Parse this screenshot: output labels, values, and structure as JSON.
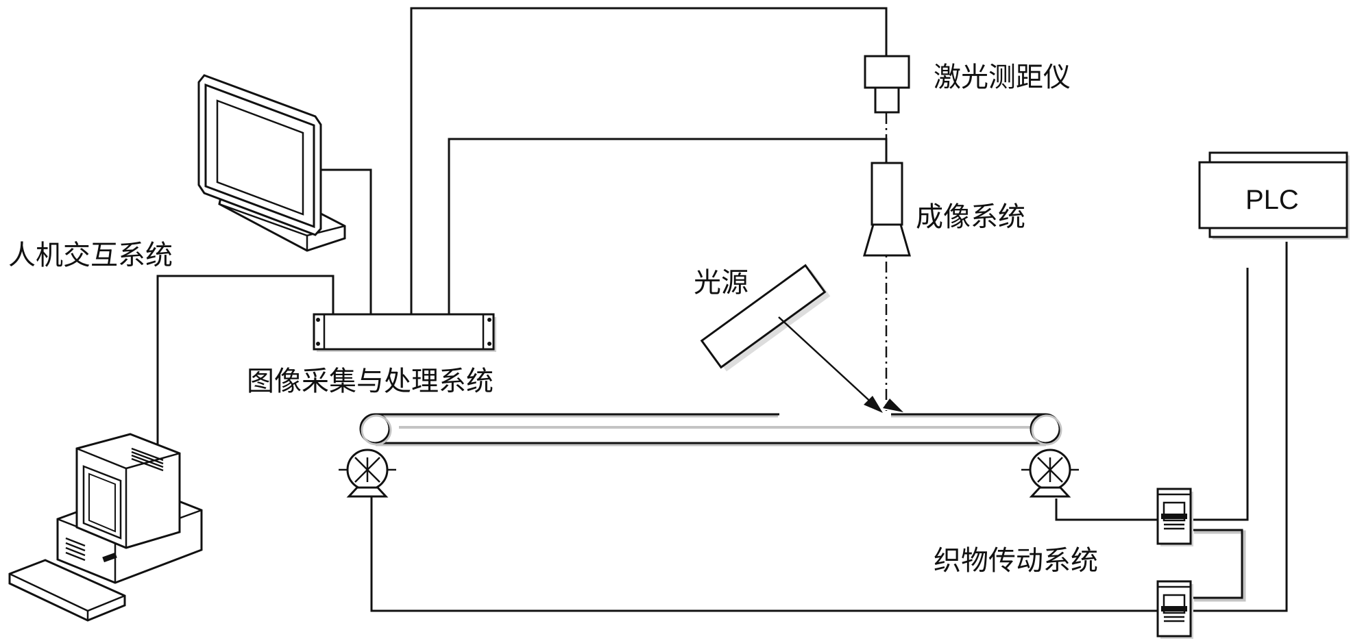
{
  "labels": {
    "laser": "激光测距仪",
    "imaging": "成像系统",
    "light": "光源",
    "hmi": "人机交互系统",
    "acquisition": "图像采集与处理系统",
    "plc": "PLC",
    "transport": "织物传动系统"
  }
}
